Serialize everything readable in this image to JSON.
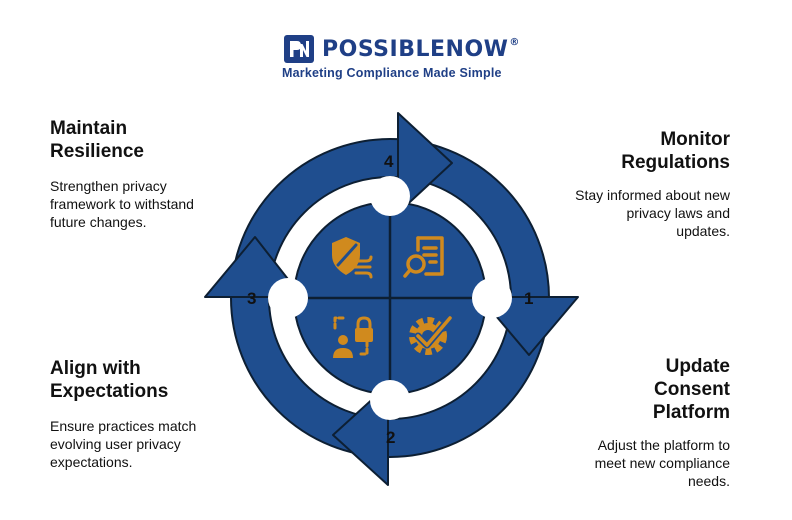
{
  "brand": {
    "name": "POSSIBLENOW",
    "registered_mark": "®",
    "tagline": "Marketing Compliance Made Simple",
    "primary_color": "#1f4e8f",
    "accent_color": "#d08a1e"
  },
  "steps": [
    {
      "number": "1",
      "title_lines": [
        "Monitor",
        "Regulations"
      ],
      "description": "Stay informed about new privacy laws and updates.",
      "icon": "document-search-icon"
    },
    {
      "number": "2",
      "title_lines": [
        "Update",
        "Consent",
        "Platform"
      ],
      "description": "Adjust the platform to meet new compliance needs.",
      "icon": "gear-check-icon"
    },
    {
      "number": "3",
      "title_lines": [
        "Align with",
        "Expectations"
      ],
      "description": "Ensure practices match evolving user privacy expectations.",
      "icon": "user-lock-icon"
    },
    {
      "number": "4",
      "title_lines": [
        "Maintain",
        "Resilience"
      ],
      "description": "Strengthen privacy framework to withstand future changes.",
      "icon": "shield-wind-icon"
    }
  ]
}
